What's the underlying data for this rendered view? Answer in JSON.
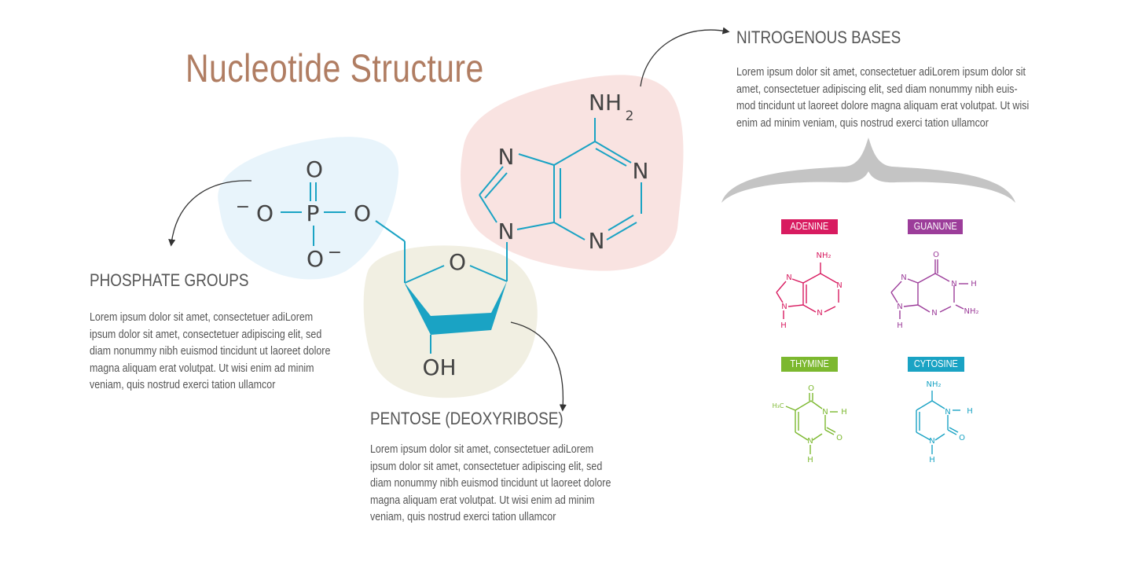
{
  "title": "Nucleotide Structure",
  "sections": {
    "phosphate": {
      "heading": "PHOSPHATE GROUPS",
      "lines": [
        "Lorem ipsum dolor sit amet, consectetuer adiLorem",
        "ipsum dolor sit amet, consectetuer adipiscing elit, sed",
        "diam nonummy nibh euismod tincidunt ut laoreet dolore",
        "magna aliquam erat volutpat. Ut wisi enim ad minim",
        "veniam, quis nostrud exerci tation ullamcor"
      ]
    },
    "pentose": {
      "heading": "PENTOSE (DEOXYRIBOSE)",
      "lines": [
        "Lorem ipsum dolor sit amet, consectetuer adiLorem",
        "ipsum dolor sit amet, consectetuer adipiscing elit, sed",
        "diam nonummy nibh euismod tincidunt ut laoreet dolore",
        "magna aliquam erat volutpat. Ut wisi enim ad minim",
        "veniam, quis nostrud exerci tation ullamcor"
      ]
    },
    "bases": {
      "heading": "NITROGENOUS BASES",
      "lines": [
        "Lorem ipsum dolor sit amet, consectetuer adiLorem ipsum dolor sit",
        "amet, consectetuer adipiscing elit, sed diam nonummy nibh euis-",
        "mod tincidunt ut laoreet dolore magna aliquam erat volutpat. Ut wisi",
        "enim ad minim veniam, quis nostrud exerci tation ullamcor"
      ]
    }
  },
  "molecule": {
    "phosphate_atoms": {
      "o_top": "O",
      "o_left": "O",
      "p": "P",
      "o_right": "O",
      "o_bottom": "O",
      "minus": "−"
    },
    "sugar_atoms": {
      "o_ring": "O",
      "oh": "OH"
    },
    "adenine_atoms": {
      "nh": "NH",
      "sub2": "2",
      "n1": "N",
      "n2": "N",
      "n3": "N",
      "n4": "N"
    }
  },
  "bases_list": [
    {
      "name": "ADENINE",
      "color": "#d81b60"
    },
    {
      "name": "GUANUNE",
      "color": "#9c3d9a"
    },
    {
      "name": "THYMINE",
      "color": "#7cb82f"
    },
    {
      "name": "CYTOSINE",
      "color": "#1aa3c4"
    }
  ],
  "small_labels": {
    "adenine": {
      "nh2": "NH₂",
      "n_a": "N",
      "n_b": "N",
      "n_c": "N",
      "n_d": "N",
      "h": "H"
    },
    "guanune": {
      "o": "O",
      "n_a": "N",
      "n_b": "N",
      "n_c": "N",
      "n_d": "N",
      "h1": "H",
      "h2": "H",
      "nh2": "NH₂"
    },
    "thymine": {
      "o1": "O",
      "o2": "O",
      "n_a": "N",
      "n_b": "N",
      "h1": "H",
      "h2": "H",
      "ch3": "H₃C"
    },
    "cytosine": {
      "nh2": "NH₂",
      "o": "O",
      "n_a": "N",
      "n_b": "N",
      "h1": "H",
      "h2": "H"
    }
  },
  "colors": {
    "title": "#b07d62",
    "text": "#555555",
    "bond": "#1aa3c4",
    "blob_phosphate": "#e8f4fb",
    "blob_sugar": "#f1efe2",
    "blob_base": "#f9e3e1",
    "brace": "#c4c4c4"
  }
}
